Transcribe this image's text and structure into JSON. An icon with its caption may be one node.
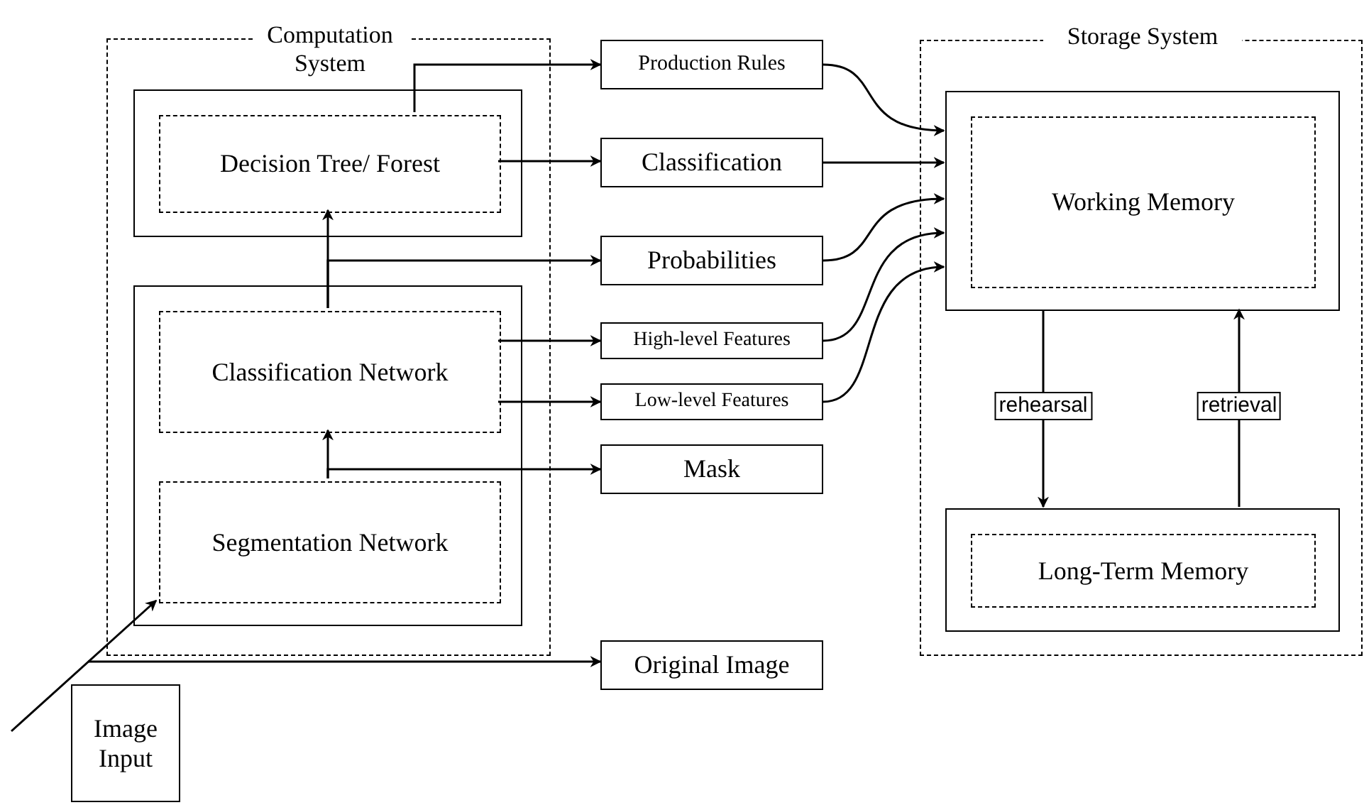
{
  "diagram": {
    "nodes": [
      {
        "text": [
          "Computation System"
        ]
      },
      {
        "text": [],
        "shape": "box",
        "in": 0
      },
      {
        "text": [
          "Decision Tree/ Forest"
        ],
        "in": 1
      },
      {
        "text": [],
        "shape": "box",
        "in": 0
      },
      {
        "text": [
          "Classification Network"
        ],
        "in": 3
      },
      {
        "text": [
          "Segmentation Network"
        ],
        "in": 3
      },
      {
        "text": [
          "Production Rules"
        ]
      },
      {
        "text": [
          "Classification"
        ]
      },
      {
        "text": [
          "Probabilities"
        ]
      },
      {
        "text": [
          "High-level Features"
        ]
      },
      {
        "text": [
          "Low-level Features"
        ]
      },
      {
        "text": [
          "Mask"
        ]
      },
      {
        "text": [
          "Original Image"
        ]
      },
      {
        "text": [
          "Storage System"
        ]
      },
      {
        "text": [],
        "shape": "box",
        "in": 13
      },
      {
        "text": [
          "Working Memory"
        ],
        "in": 14
      },
      {
        "text": [],
        "shape": "box",
        "in": 13
      },
      {
        "text": [
          "Long-Term Memory"
        ],
        "in": 16
      },
      {
        "text": [
          "Image Input"
        ]
      }
    ],
    "edges": [
      {
        "from": 2,
        "to": 6,
        "arrow": "to"
      },
      {
        "from": 2,
        "to": 7,
        "arrow": "to"
      },
      {
        "from": 4,
        "to": 2,
        "arrow": "to"
      },
      {
        "from": 4,
        "to": 8,
        "arrow": "to"
      },
      {
        "from": 4,
        "to": 9,
        "arrow": "to"
      },
      {
        "from": 4,
        "to": 10,
        "arrow": "to"
      },
      {
        "from": 5,
        "to": 4,
        "arrow": "to"
      },
      {
        "from": 5,
        "to": 11,
        "arrow": "to"
      },
      {
        "from": null,
        "to": 5,
        "arrow": "to"
      },
      {
        "from": null,
        "to": 12,
        "arrow": "to"
      },
      {
        "from": 6,
        "to": 14,
        "arrow": "to"
      },
      {
        "from": 7,
        "to": 14,
        "arrow": "to"
      },
      {
        "from": 8,
        "to": 14,
        "arrow": "to"
      },
      {
        "from": 9,
        "to": 14,
        "arrow": "to"
      },
      {
        "from": 10,
        "to": 14,
        "arrow": "to"
      },
      {
        "from": 14,
        "to": 16,
        "label": "rehearsal",
        "arrow": "to"
      },
      {
        "from": 16,
        "to": 14,
        "label": "retrieval",
        "arrow": "to"
      }
    ]
  }
}
